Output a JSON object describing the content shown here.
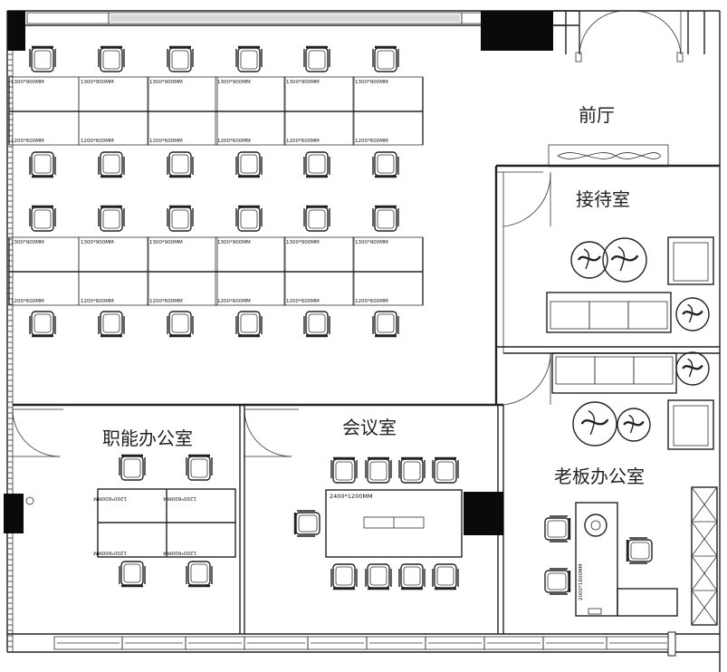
{
  "rooms": {
    "lobby": "前厅",
    "reception": "接待室",
    "function_office": "职能办公室",
    "meeting_room": "会议室",
    "boss_office": "老板办公室"
  },
  "desk_labels": {
    "open_top": "1300*900MM",
    "open_bottom": "1200*600MM",
    "function_desk": "1200*600MM",
    "meeting_table": "2400*1200MM",
    "boss_desk": "2000*1800MM"
  },
  "colors": {
    "wall": "#222222",
    "column": "#0a0a0a",
    "glass": "#d0d0d0",
    "background": "#ffffff"
  }
}
